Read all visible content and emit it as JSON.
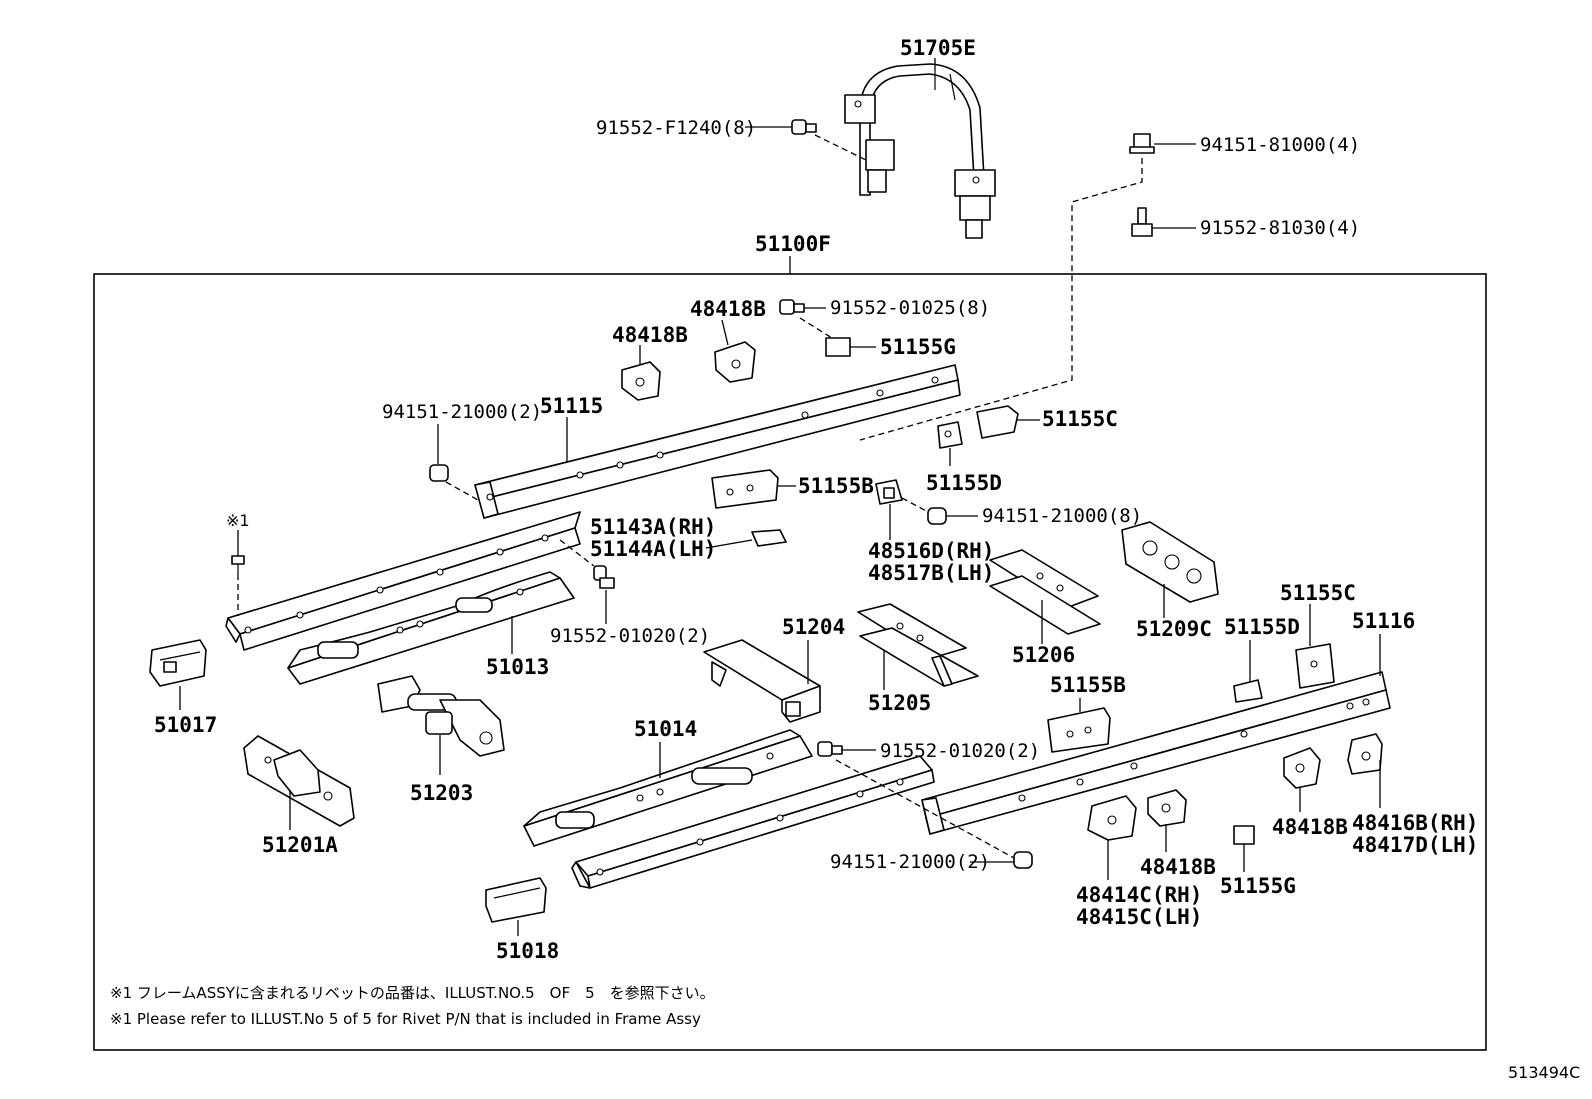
{
  "labels": {
    "l51705E": "51705E",
    "l91552F1240": "91552-F1240(8)",
    "l9415181000": "94151-81000(4)",
    "l9155281030": "91552-81030(4)",
    "l51100F": "51100F",
    "l48418B_a": "48418B",
    "l48418B_b": "48418B",
    "l9155201025": "91552-01025(8)",
    "l51155G_a": "51155G",
    "l9415121000_a": "94151-21000(2)",
    "l51115": "51115",
    "l51155C_a": "51155C",
    "l51155D_a": "51155D",
    "l51155B_a": "51155B",
    "l9415121000_b": "94151-21000(8)",
    "l51143A": "51143A(RH)",
    "l51144A": "51144A(LH)",
    "l48516D": "48516D(RH)",
    "l48517B": "48517B(LH)",
    "lmark": "※1",
    "l9155201020_a": "91552-01020(2)",
    "l51013": "51013",
    "l51017": "51017",
    "l51204": "51204",
    "l51206": "51206",
    "l51209C": "51209C",
    "l51155C_b": "51155C",
    "l51155D_b": "51155D",
    "l51116": "51116",
    "l51205": "51205",
    "l51155B_b": "51155B",
    "l51014": "51014",
    "l9155201020_b": "91552-01020(2)",
    "l51203": "51203",
    "l51201A": "51201A",
    "l48418B_c": "48418B",
    "l48416B": "48416B(RH)",
    "l48417D": "48417D(LH)",
    "l48418B_d": "48418B",
    "l9415121000_c": "94151-21000(2)",
    "l48414C": "48414C(RH)",
    "l48415C": "48415C(LH)",
    "l51155G_b": "51155G",
    "l51018": "51018"
  },
  "notes": {
    "jp": "※1 フレームASSYに含まれるリベットの品番は、ILLUST.NO.5　OF　5　を参照下さい。",
    "en": "※1 Please refer to ILLUST.No 5 of 5 for Rivet P/N that is included in Frame Assy"
  },
  "illustration_code": "513494C"
}
